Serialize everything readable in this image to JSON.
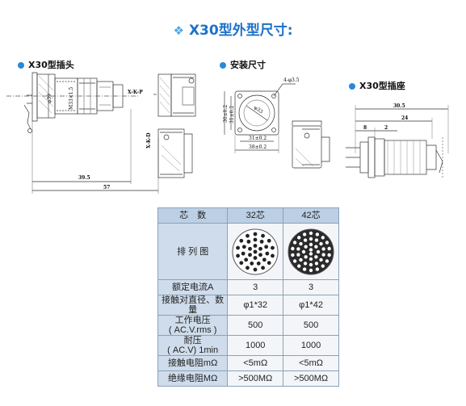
{
  "title": {
    "text": "X30型外型尺寸:",
    "icon": "diamond-cluster-icon"
  },
  "sections": {
    "plug": "X30型插头",
    "mounting": "安装尺寸",
    "socket": "X30型插座"
  },
  "plug_drawing": {
    "dims": [
      "φ39",
      "M33×1.5",
      "39.5",
      "57"
    ],
    "labels": [
      "X-K-P",
      "X-K-D"
    ]
  },
  "mount_drawing": {
    "dims": [
      "4-φ3.5",
      "30±0.2",
      "31±0.2",
      "φ33",
      "31±0.2",
      "38±0.2"
    ]
  },
  "socket_drawing": {
    "dims": [
      "30.5",
      "24",
      "8",
      "2"
    ]
  },
  "table": {
    "header": [
      "芯　数",
      "32芯",
      "42芯"
    ],
    "rows": [
      {
        "label": "排 列 图",
        "values": [
          "",
          ""
        ]
      },
      {
        "label": "额定电流A",
        "values": [
          "3",
          "3"
        ]
      },
      {
        "label": "接触对直径、数量",
        "values": [
          "φ1*32",
          "φ1*42"
        ]
      },
      {
        "label": "工作电压\n( AC.V.rms )",
        "values": [
          "500",
          "500"
        ]
      },
      {
        "label": "耐压\n( AC.V) 1min",
        "values": [
          "1000",
          "1000"
        ]
      },
      {
        "label": "接触电阻mΩ",
        "values": [
          "<5mΩ",
          "<5mΩ"
        ]
      },
      {
        "label": "绝缘电阻MΩ",
        "values": [
          ">500MΩ",
          ">500MΩ"
        ]
      }
    ],
    "pin_counts": [
      32,
      42
    ]
  },
  "colors": {
    "title": "#1c72c9",
    "bullet": "#2a88d8",
    "header_bg": "#bccfe4",
    "label_bg": "#cfdceb"
  }
}
